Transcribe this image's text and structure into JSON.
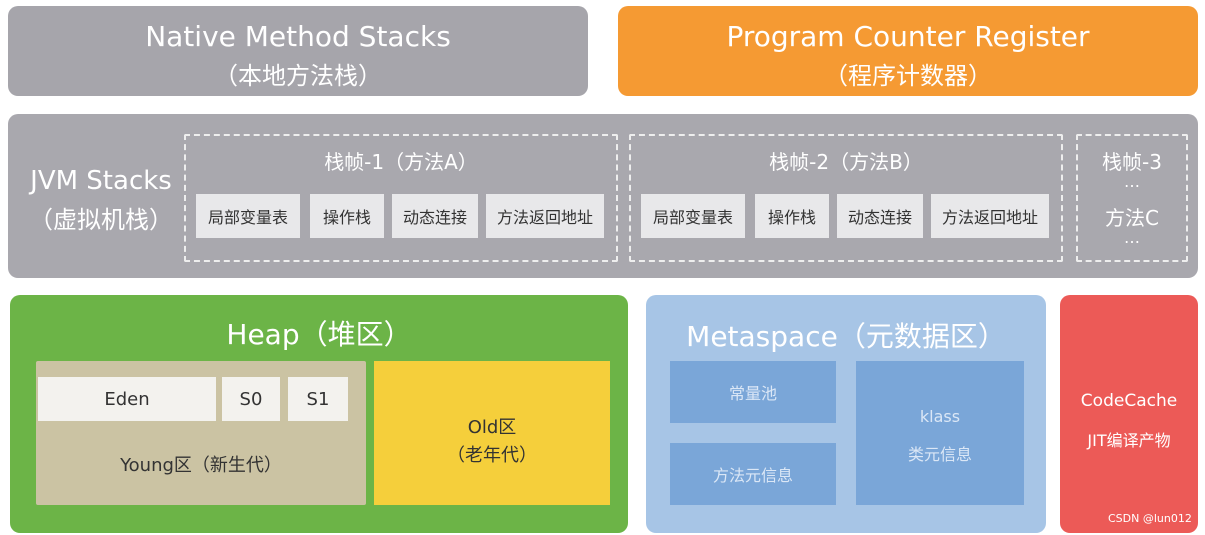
{
  "native_method_stacks": {
    "title": "Native Method Stacks",
    "subtitle": "（本地方法栈）"
  },
  "program_counter_register": {
    "title": "Program Counter Register",
    "subtitle": "（程序计数器）"
  },
  "jvm_stacks": {
    "title": "JVM Stacks",
    "subtitle": "（虚拟机栈）",
    "frames": [
      {
        "title": "栈帧-1（方法A）",
        "cells": [
          "局部变量表",
          "操作栈",
          "动态连接",
          "方法返回地址"
        ]
      },
      {
        "title": "栈帧-2（方法B）",
        "cells": [
          "局部变量表",
          "操作栈",
          "动态连接",
          "方法返回地址"
        ]
      },
      {
        "title": "栈帧-3",
        "ellipsis_top": "…",
        "method": "方法C",
        "ellipsis_bottom": "…"
      }
    ]
  },
  "heap": {
    "title": "Heap（堆区）",
    "young": {
      "eden": "Eden",
      "s0": "S0",
      "s1": "S1",
      "label": "Young区（新生代）"
    },
    "old": {
      "line1": "Old区",
      "line2": "（老年代）"
    }
  },
  "metaspace": {
    "title": "Metaspace（元数据区）",
    "constant_pool": "常量池",
    "method_meta": "方法元信息",
    "klass": "klass",
    "klass_meta": "类元信息"
  },
  "code_cache": {
    "title": "CodeCache",
    "subtitle": "JIT编译产物"
  },
  "watermark": "CSDN @lun012",
  "colors": {
    "native": "#a6a5ab",
    "pcr": "#f59a33",
    "jvm": "#a9a8ae",
    "heap": "#6cb447",
    "young": "#cbc3a3",
    "old": "#f5cf3b",
    "metaspace": "#a7c5e6",
    "metaspace_cell": "#7aa6d8",
    "code_cache": "#ec5a57"
  }
}
